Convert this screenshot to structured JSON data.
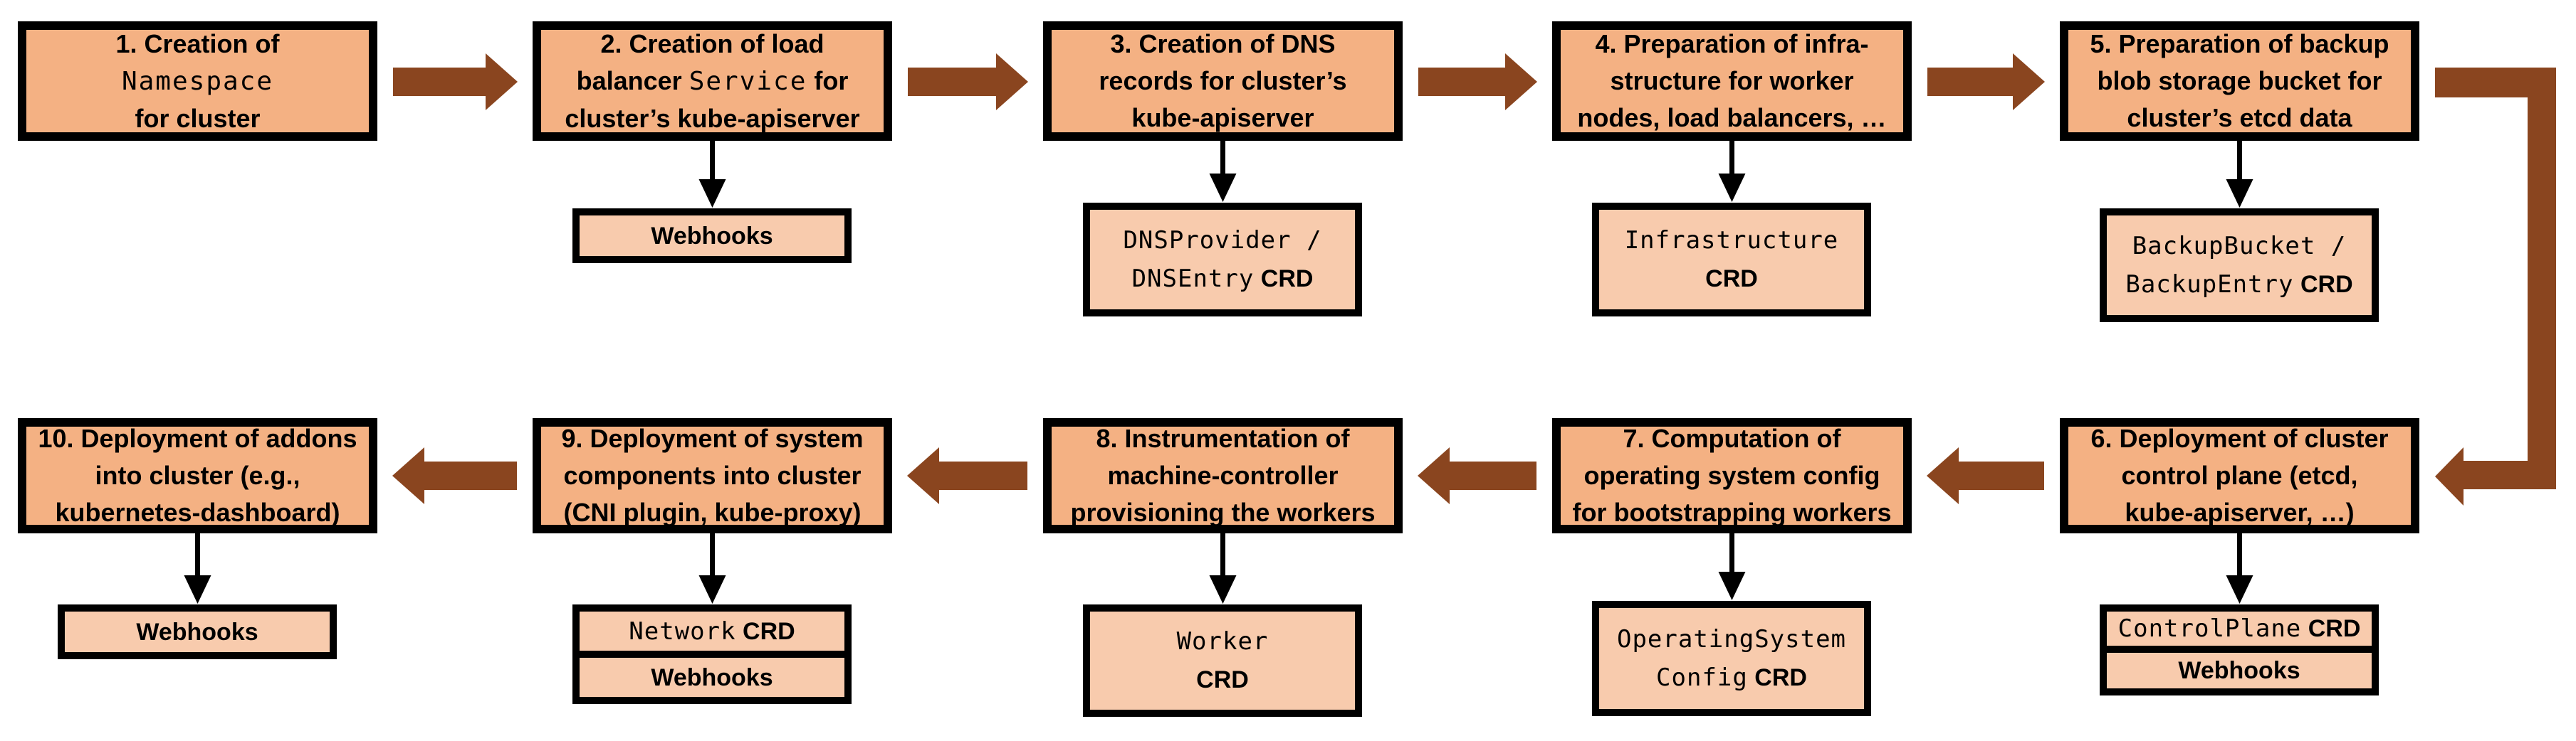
{
  "diagram": {
    "title": "Cluster creation flow",
    "colors": {
      "step_fill": "#f4b183",
      "sub_fill": "#f8cbad",
      "border": "#000000",
      "flow_arrow": "#8a451f",
      "connector_arrow": "#000000",
      "background": "#ffffff"
    },
    "steps": [
      {
        "id": 1,
        "title_text": "1. Creation of Namespace for cluster",
        "title_segments": [
          {
            "t": "1. Creation of"
          },
          {
            "br": true
          },
          {
            "t": "Namespace",
            "m": true
          },
          {
            "br": true
          },
          {
            "t": "for cluster"
          }
        ],
        "sub_boxes": []
      },
      {
        "id": 2,
        "title_text": "2. Creation of load balancer Service for cluster’s kube-apiserver",
        "title_segments": [
          {
            "t": "2. Creation of load"
          },
          {
            "br": true
          },
          {
            "t": "balancer "
          },
          {
            "t": "Service",
            "m": true
          },
          {
            "t": " for"
          },
          {
            "br": true
          },
          {
            "t": "cluster’s kube-apiserver"
          }
        ],
        "sub_boxes": [
          {
            "lines": [
              [
                {
                  "t": "Webhooks",
                  "b": true
                }
              ]
            ]
          }
        ]
      },
      {
        "id": 3,
        "title_text": "3. Creation of DNS records for cluster’s kube-apiserver",
        "title_segments": [
          {
            "t": "3. Creation of DNS"
          },
          {
            "br": true
          },
          {
            "t": "records for cluster’s"
          },
          {
            "br": true
          },
          {
            "t": "kube-apiserver"
          }
        ],
        "sub_boxes": [
          {
            "lines": [
              [
                {
                  "t": "DNSProvider /",
                  "m": true
                }
              ],
              [
                {
                  "t": "DNSEntry",
                  "m": true
                },
                {
                  "t": " CRD",
                  "b": true
                }
              ]
            ]
          }
        ]
      },
      {
        "id": 4,
        "title_text": "4. Preparation of infra-structure for worker nodes, load balancers, …",
        "title_segments": [
          {
            "t": "4. Preparation of infra-"
          },
          {
            "br": true
          },
          {
            "t": "structure for worker"
          },
          {
            "br": true
          },
          {
            "t": "nodes, load balancers, …"
          }
        ],
        "sub_boxes": [
          {
            "lines": [
              [
                {
                  "t": "Infrastructure",
                  "m": true
                }
              ],
              [
                {
                  "t": "CRD",
                  "b": true
                }
              ]
            ]
          }
        ]
      },
      {
        "id": 5,
        "title_text": "5. Preparation of backup blob storage bucket for cluster’s etcd data",
        "title_segments": [
          {
            "t": "5. Preparation of backup"
          },
          {
            "br": true
          },
          {
            "t": "blob storage bucket for"
          },
          {
            "br": true
          },
          {
            "t": "cluster’s etcd data"
          }
        ],
        "sub_boxes": [
          {
            "lines": [
              [
                {
                  "t": "BackupBucket /",
                  "m": true
                }
              ],
              [
                {
                  "t": "BackupEntry",
                  "m": true
                },
                {
                  "t": " CRD",
                  "b": true
                }
              ]
            ]
          }
        ]
      },
      {
        "id": 6,
        "title_text": "6. Deployment of cluster control plane (etcd, kube-apiserver, …)",
        "title_segments": [
          {
            "t": "6. Deployment of cluster"
          },
          {
            "br": true
          },
          {
            "t": "control plane (etcd,"
          },
          {
            "br": true
          },
          {
            "t": "kube-apiserver, …)"
          }
        ],
        "sub_boxes": [
          {
            "lines": [
              [
                {
                  "t": "ControlPlane",
                  "m": true
                },
                {
                  "t": " CRD",
                  "b": true
                }
              ]
            ]
          },
          {
            "lines": [
              [
                {
                  "t": "Webhooks",
                  "b": true
                }
              ]
            ]
          }
        ]
      },
      {
        "id": 7,
        "title_text": "7. Computation of operating system config for bootstrapping workers",
        "title_segments": [
          {
            "t": "7. Computation of"
          },
          {
            "br": true
          },
          {
            "t": "operating system config"
          },
          {
            "br": true
          },
          {
            "t": "for bootstrapping workers"
          }
        ],
        "sub_boxes": [
          {
            "lines": [
              [
                {
                  "t": "OperatingSystem",
                  "m": true
                }
              ],
              [
                {
                  "t": "Config",
                  "m": true
                },
                {
                  "t": " CRD",
                  "b": true
                }
              ]
            ]
          }
        ]
      },
      {
        "id": 8,
        "title_text": "8. Instrumentation of machine-controller provisioning the workers",
        "title_segments": [
          {
            "t": "8. Instrumentation of"
          },
          {
            "br": true
          },
          {
            "t": "machine-controller"
          },
          {
            "br": true
          },
          {
            "t": "provisioning the workers"
          }
        ],
        "sub_boxes": [
          {
            "lines": [
              [
                {
                  "t": "Worker",
                  "m": true
                }
              ],
              [
                {
                  "t": "CRD",
                  "b": true
                }
              ]
            ]
          }
        ]
      },
      {
        "id": 9,
        "title_text": "9. Deployment of system components into cluster (CNI plugin, kube-proxy)",
        "title_segments": [
          {
            "t": "9. Deployment of system"
          },
          {
            "br": true
          },
          {
            "t": "components into cluster"
          },
          {
            "br": true
          },
          {
            "t": "(CNI plugin, kube-proxy)"
          }
        ],
        "sub_boxes": [
          {
            "lines": [
              [
                {
                  "t": "Network",
                  "m": true
                },
                {
                  "t": " CRD",
                  "b": true
                }
              ]
            ]
          },
          {
            "lines": [
              [
                {
                  "t": "Webhooks",
                  "b": true
                }
              ]
            ]
          }
        ]
      },
      {
        "id": 10,
        "title_text": "10. Deployment of addons into cluster (e.g., kubernetes-dashboard)",
        "title_segments": [
          {
            "t": "10. Deployment of addons"
          },
          {
            "br": true
          },
          {
            "t": "into cluster (e.g.,"
          },
          {
            "br": true
          },
          {
            "t": "kubernetes-dashboard)"
          }
        ],
        "sub_boxes": [
          {
            "lines": [
              [
                {
                  "t": "Webhooks",
                  "b": true
                }
              ]
            ]
          }
        ]
      }
    ],
    "flow_arrows": [
      {
        "from": 1,
        "to": 2,
        "shape": "straight-right"
      },
      {
        "from": 2,
        "to": 3,
        "shape": "straight-right"
      },
      {
        "from": 3,
        "to": 4,
        "shape": "straight-right"
      },
      {
        "from": 4,
        "to": 5,
        "shape": "straight-right"
      },
      {
        "from": 5,
        "to": 6,
        "shape": "elbow-down-left"
      },
      {
        "from": 6,
        "to": 7,
        "shape": "straight-left"
      },
      {
        "from": 7,
        "to": 8,
        "shape": "straight-left"
      },
      {
        "from": 8,
        "to": 9,
        "shape": "straight-left"
      },
      {
        "from": 9,
        "to": 10,
        "shape": "straight-left"
      }
    ]
  }
}
